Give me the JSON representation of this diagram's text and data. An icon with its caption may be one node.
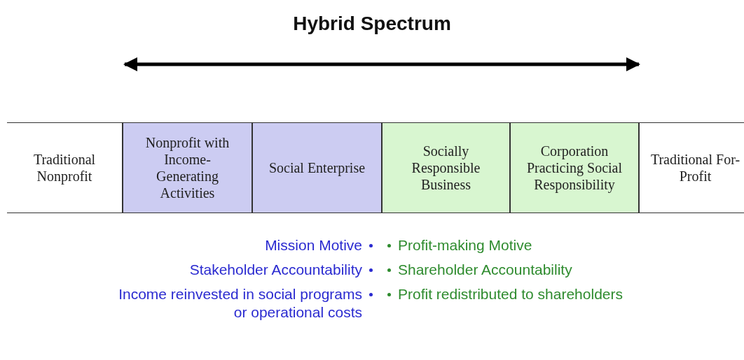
{
  "diagram": {
    "title": "Hybrid Spectrum",
    "nodes": [
      {
        "text": [
          "Traditional Nonprofit"
        ]
      },
      {
        "text": [
          "Nonprofit with Income-Generating Activities"
        ]
      },
      {
        "text": [
          "Social Enterprise"
        ]
      },
      {
        "text": [
          "Socially Responsible Business"
        ]
      },
      {
        "text": [
          "Corporation Practicing Social Responsibility"
        ]
      },
      {
        "text": [
          "Traditional For-Profit"
        ]
      }
    ],
    "labels": [
      "Mission Motive",
      "Profit-making Motive",
      "Stakeholder Accountability",
      "Shareholder Accountability",
      "Income reinvested in social programs or operational costs",
      "Profit redistributed to shareholders"
    ]
  }
}
